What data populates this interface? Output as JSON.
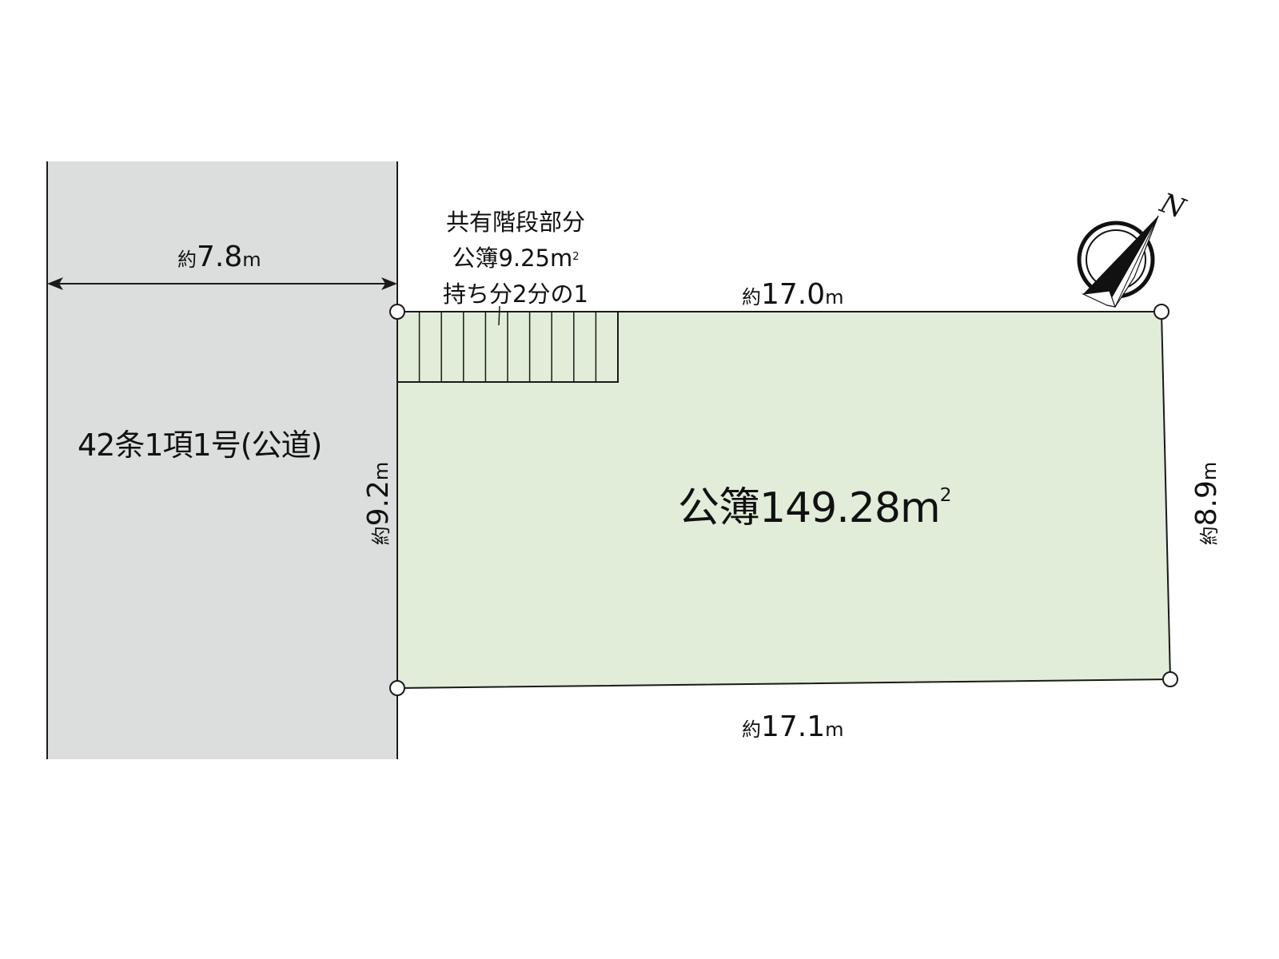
{
  "colors": {
    "road_fill": "#dcdddd",
    "lot_fill": "#e1edd9",
    "line": "#1a1a1a",
    "background": "#ffffff"
  },
  "road": {
    "label": "42条1項1号(公道)",
    "width_dimension": {
      "prefix": "約",
      "value": "7.8",
      "unit": "m"
    }
  },
  "shared_stairs": {
    "title": "共有階段部分",
    "area_prefix": "公簿",
    "area_value": "9.25",
    "area_unit": "m",
    "area_sup": "2",
    "share": "持ち分2分の1",
    "tread_count": 10
  },
  "lot": {
    "area_prefix": "公簿",
    "area_value": "149.28",
    "area_unit": "m",
    "area_sup": "2",
    "dimensions": {
      "top": {
        "prefix": "約",
        "value": "17.0",
        "unit": "m"
      },
      "bottom": {
        "prefix": "約",
        "value": "17.1",
        "unit": "m"
      },
      "left": {
        "prefix": "約",
        "value": "9.2",
        "unit": "m"
      },
      "right": {
        "prefix": "約",
        "value": "8.9",
        "unit": "m"
      }
    }
  },
  "compass": {
    "icon": "north-arrow-icon",
    "label": "N"
  }
}
